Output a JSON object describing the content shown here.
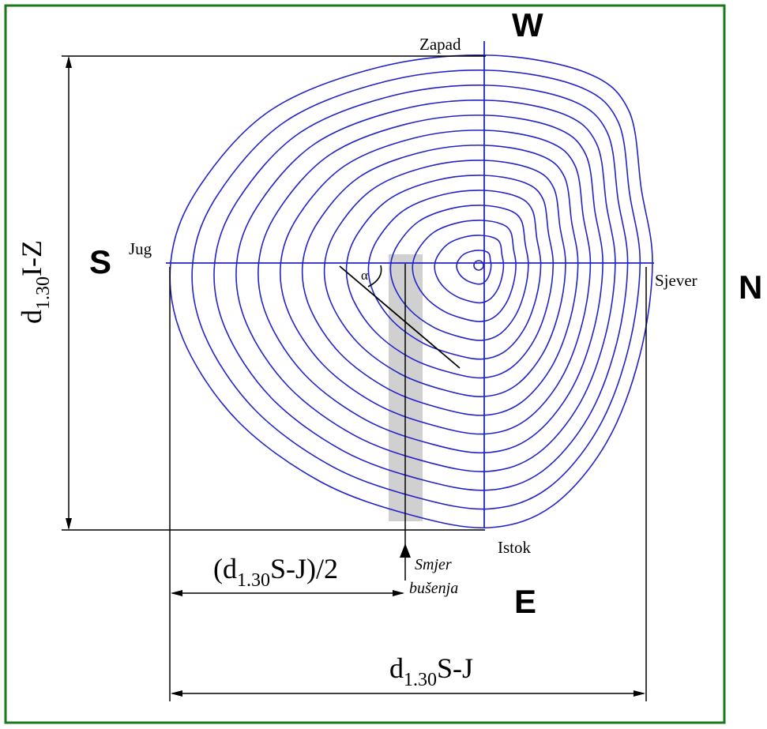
{
  "compass": {
    "west_letter": "W",
    "south_letter": "S",
    "north_letter": "N",
    "east_letter": "E",
    "west_label": "Zapad",
    "south_label": "Jug",
    "north_label": "Sjever",
    "east_label": "Istok"
  },
  "angle_label": "α",
  "drilling": {
    "line1": "Smjer",
    "line2": "bušenja"
  },
  "dimensions": {
    "vertical": {
      "main": "d",
      "sub": "1.30",
      "rest": "I-Z"
    },
    "half": {
      "prefix": "(d",
      "sub": "1.30",
      "rest": "S-J)/2"
    },
    "full": {
      "main": "d",
      "sub": "1.30",
      "rest": "S-J"
    }
  },
  "colors": {
    "frame": "#1a7a1a",
    "rings": "#2323c8",
    "axes": "#2323c8",
    "drill_band": "#c8c8c8",
    "dimension_lines": "#000000"
  },
  "ring_count": 14
}
